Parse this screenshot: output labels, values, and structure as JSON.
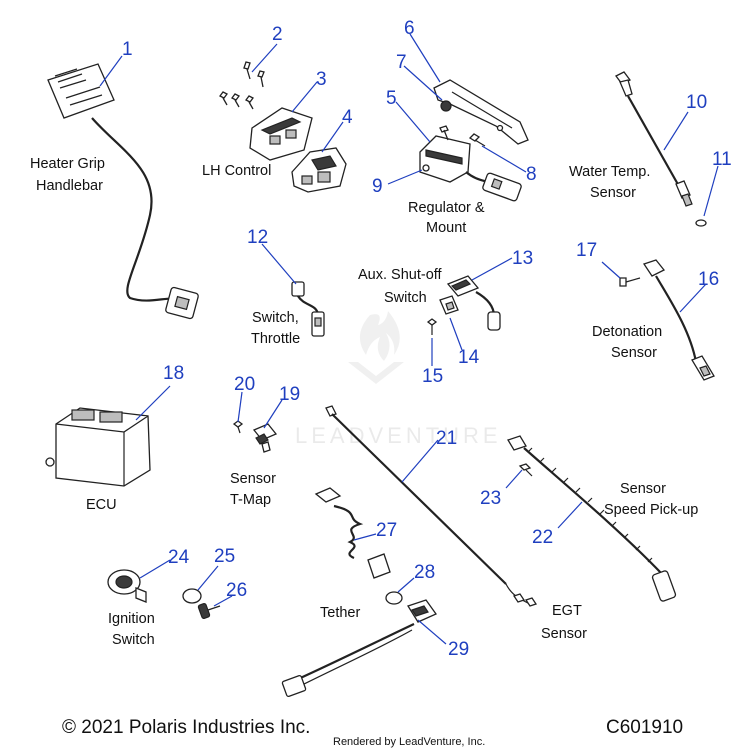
{
  "callouts": [
    {
      "id": "1",
      "number": "1"
    },
    {
      "id": "2",
      "number": "2"
    },
    {
      "id": "3",
      "number": "3"
    },
    {
      "id": "4",
      "number": "4"
    },
    {
      "id": "5",
      "number": "5"
    },
    {
      "id": "6",
      "number": "6"
    },
    {
      "id": "7",
      "number": "7"
    },
    {
      "id": "8",
      "number": "8"
    },
    {
      "id": "9",
      "number": "9"
    },
    {
      "id": "10",
      "number": "10"
    },
    {
      "id": "11",
      "number": "11"
    },
    {
      "id": "12",
      "number": "12"
    },
    {
      "id": "13",
      "number": "13"
    },
    {
      "id": "14",
      "number": "14"
    },
    {
      "id": "15",
      "number": "15"
    },
    {
      "id": "16",
      "number": "16"
    },
    {
      "id": "17",
      "number": "17"
    },
    {
      "id": "18",
      "number": "18"
    },
    {
      "id": "19",
      "number": "19"
    },
    {
      "id": "20",
      "number": "20"
    },
    {
      "id": "21",
      "number": "21"
    },
    {
      "id": "22",
      "number": "22"
    },
    {
      "id": "23",
      "number": "23"
    },
    {
      "id": "24",
      "number": "24"
    },
    {
      "id": "25",
      "number": "25"
    },
    {
      "id": "26",
      "number": "26"
    },
    {
      "id": "27",
      "number": "27"
    },
    {
      "id": "28",
      "number": "28"
    },
    {
      "id": "29",
      "number": "29"
    }
  ],
  "labels": {
    "heater_grip": [
      "Heater Grip",
      "Handlebar"
    ],
    "lh_control": [
      "LH Control"
    ],
    "regulator": [
      "Regulator &",
      "Mount"
    ],
    "water_temp": [
      "Water Temp.",
      "Sensor"
    ],
    "aux_shutoff": [
      "Aux. Shut-off",
      "Switch"
    ],
    "switch_throttle": [
      "Switch,",
      "Throttle"
    ],
    "detonation": [
      "Detonation",
      "Sensor"
    ],
    "ecu": [
      "ECU"
    ],
    "sensor_tmap": [
      "Sensor",
      "T-Map"
    ],
    "speed_pickup": [
      "Sensor",
      "Speed Pick-up"
    ],
    "ignition": [
      "Ignition",
      "Switch"
    ],
    "tether": [
      "Tether"
    ],
    "egt": [
      "EGT",
      "Sensor"
    ]
  },
  "footer": {
    "copyright": "© 2021 Polaris Industries Inc.",
    "rendered_by": "Rendered by LeadVenture, Inc.",
    "diagram_code": "C601910"
  },
  "watermark": "LEADVENTURE",
  "colors": {
    "callout": "#1f3fbf",
    "text": "#111111",
    "line": "#222222"
  }
}
